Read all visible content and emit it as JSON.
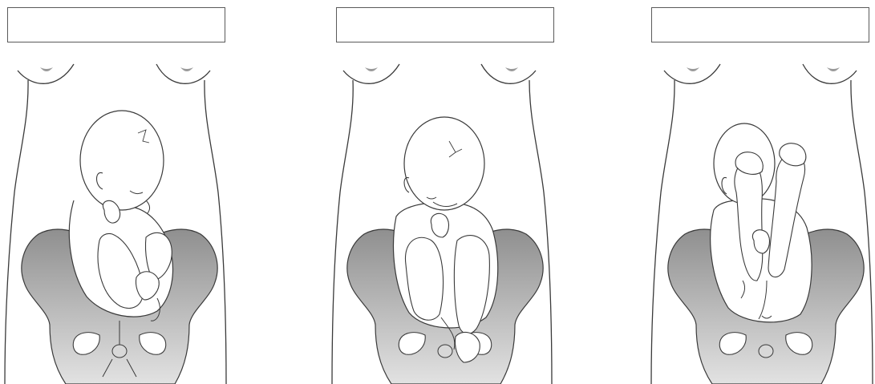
{
  "panels": [
    {
      "id": "panel-1",
      "label": ""
    },
    {
      "id": "panel-2",
      "label": ""
    },
    {
      "id": "panel-3",
      "label": ""
    }
  ],
  "colors": {
    "line": "#3a3a3a",
    "pelvis_fill": "#b9b9b9",
    "pelvis_dark": "#8c8c8c",
    "skin": "#ffffff",
    "nipple": "#9a9a9a",
    "label_border": "#5a5a5a"
  }
}
